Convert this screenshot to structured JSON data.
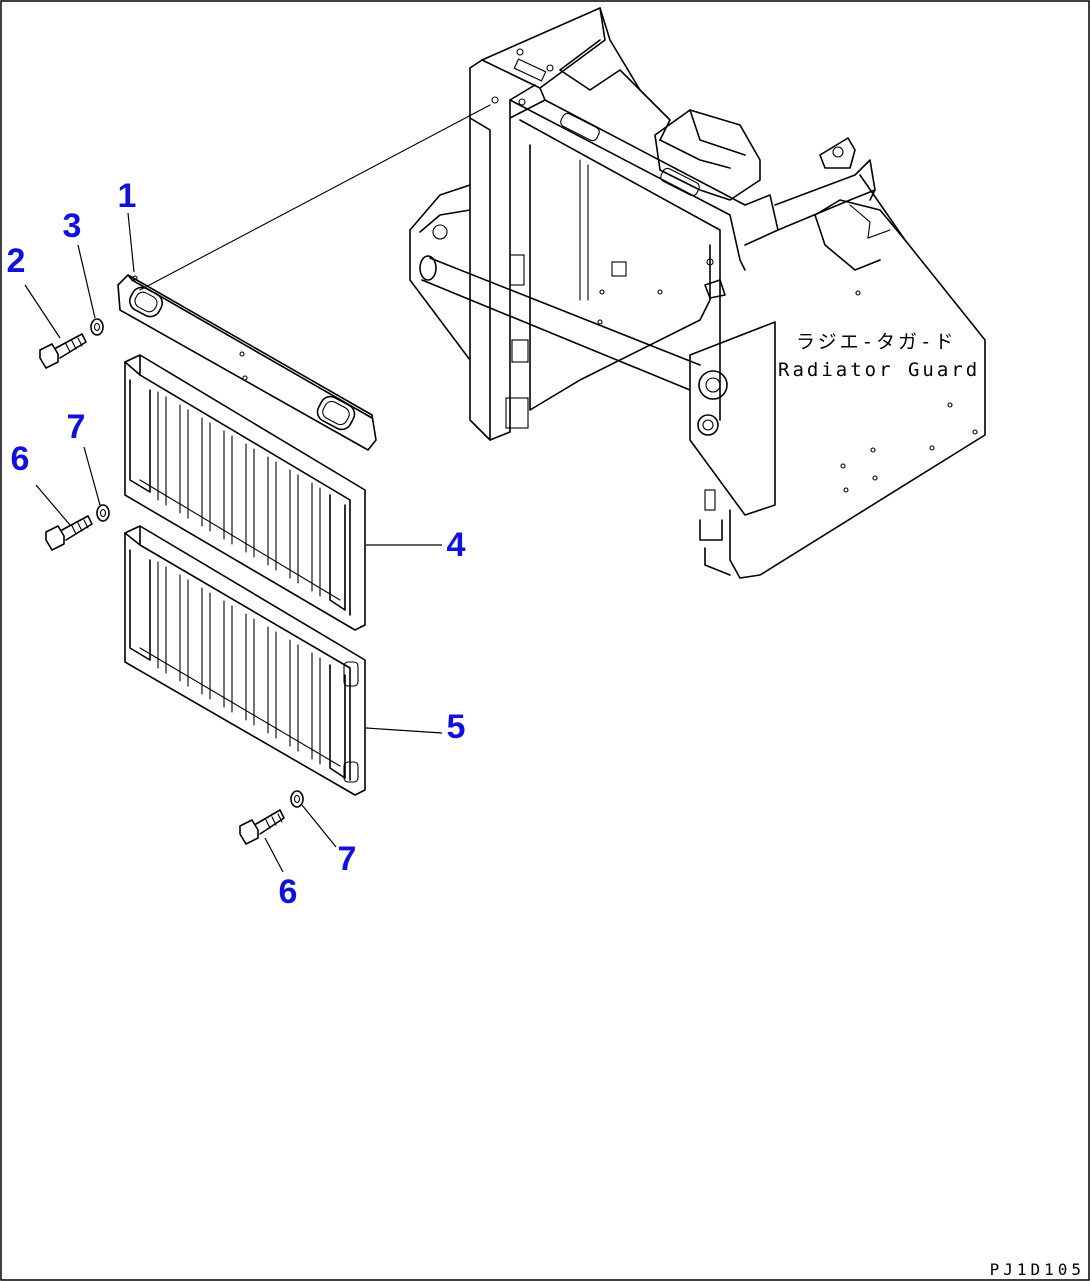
{
  "diagram": {
    "callouts": [
      {
        "id": "c1",
        "label": "1"
      },
      {
        "id": "c2",
        "label": "2"
      },
      {
        "id": "c3",
        "label": "3"
      },
      {
        "id": "c4",
        "label": "4"
      },
      {
        "id": "c5",
        "label": "5"
      },
      {
        "id": "c6a",
        "label": "6"
      },
      {
        "id": "c7a",
        "label": "7"
      },
      {
        "id": "c6b",
        "label": "6"
      },
      {
        "id": "c7b",
        "label": "7"
      }
    ],
    "annotation_jp": "ラジエ-タガ-ド",
    "annotation_en": "Radiator Guard",
    "drawing_code": "PJ1D105"
  },
  "colors": {
    "callout": "#1010e0",
    "line": "#000000",
    "background": "#ffffff"
  }
}
